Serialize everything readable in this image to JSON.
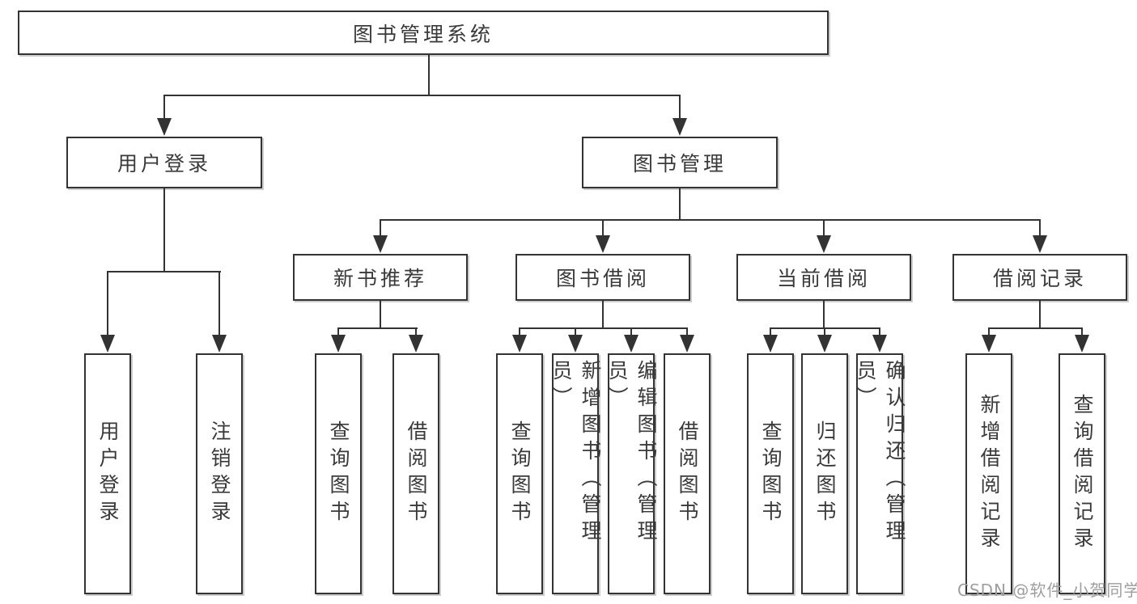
{
  "colors": {
    "line": "#333333",
    "text": "#3a3a3a",
    "watermark": "#9e9e9e",
    "background": "#ffffff"
  },
  "watermark": {
    "text": "CSDN @软件_小贺同学"
  },
  "nodes": {
    "root": {
      "label": "图书管理系统"
    },
    "user_login": {
      "label": "用户登录"
    },
    "book_mgmt": {
      "label": "图书管理"
    },
    "new_book_rec": {
      "label": "新书推荐"
    },
    "book_borrow": {
      "label": "图书借阅"
    },
    "current_borrow": {
      "label": "当前借阅"
    },
    "borrow_record": {
      "label": "借阅记录"
    },
    "leaf_user_login": {
      "label": "用户登录"
    },
    "leaf_logout": {
      "label": "注销登录"
    },
    "leaf_query_book_a": {
      "label": "查询图书"
    },
    "leaf_borrow_book_a": {
      "label": "借阅图书"
    },
    "leaf_query_book_b": {
      "label": "查询图书"
    },
    "leaf_add_book": {
      "label": "新增图书（管理员）"
    },
    "leaf_edit_book": {
      "label": "编辑图书（管理员）"
    },
    "leaf_borrow_book_b": {
      "label": "借阅图书"
    },
    "leaf_query_book_c": {
      "label": "查询图书"
    },
    "leaf_return_book": {
      "label": "归还图书"
    },
    "leaf_confirm_return": {
      "label": "确认归还（管理员）"
    },
    "leaf_add_record": {
      "label": "新增借阅记录"
    },
    "leaf_query_record": {
      "label": "查询借阅记录"
    }
  },
  "edges": [
    {
      "from": "root",
      "to": "user_login"
    },
    {
      "from": "root",
      "to": "book_mgmt"
    },
    {
      "from": "user_login",
      "to": "leaf_user_login"
    },
    {
      "from": "user_login",
      "to": "leaf_logout"
    },
    {
      "from": "book_mgmt",
      "to": "new_book_rec"
    },
    {
      "from": "book_mgmt",
      "to": "book_borrow"
    },
    {
      "from": "book_mgmt",
      "to": "current_borrow"
    },
    {
      "from": "book_mgmt",
      "to": "borrow_record"
    },
    {
      "from": "new_book_rec",
      "to": "leaf_query_book_a"
    },
    {
      "from": "new_book_rec",
      "to": "leaf_borrow_book_a"
    },
    {
      "from": "book_borrow",
      "to": "leaf_query_book_b"
    },
    {
      "from": "book_borrow",
      "to": "leaf_add_book"
    },
    {
      "from": "book_borrow",
      "to": "leaf_edit_book"
    },
    {
      "from": "book_borrow",
      "to": "leaf_borrow_book_b"
    },
    {
      "from": "current_borrow",
      "to": "leaf_query_book_c"
    },
    {
      "from": "current_borrow",
      "to": "leaf_return_book"
    },
    {
      "from": "current_borrow",
      "to": "leaf_confirm_return"
    },
    {
      "from": "borrow_record",
      "to": "leaf_add_record"
    },
    {
      "from": "borrow_record",
      "to": "leaf_query_record"
    }
  ]
}
